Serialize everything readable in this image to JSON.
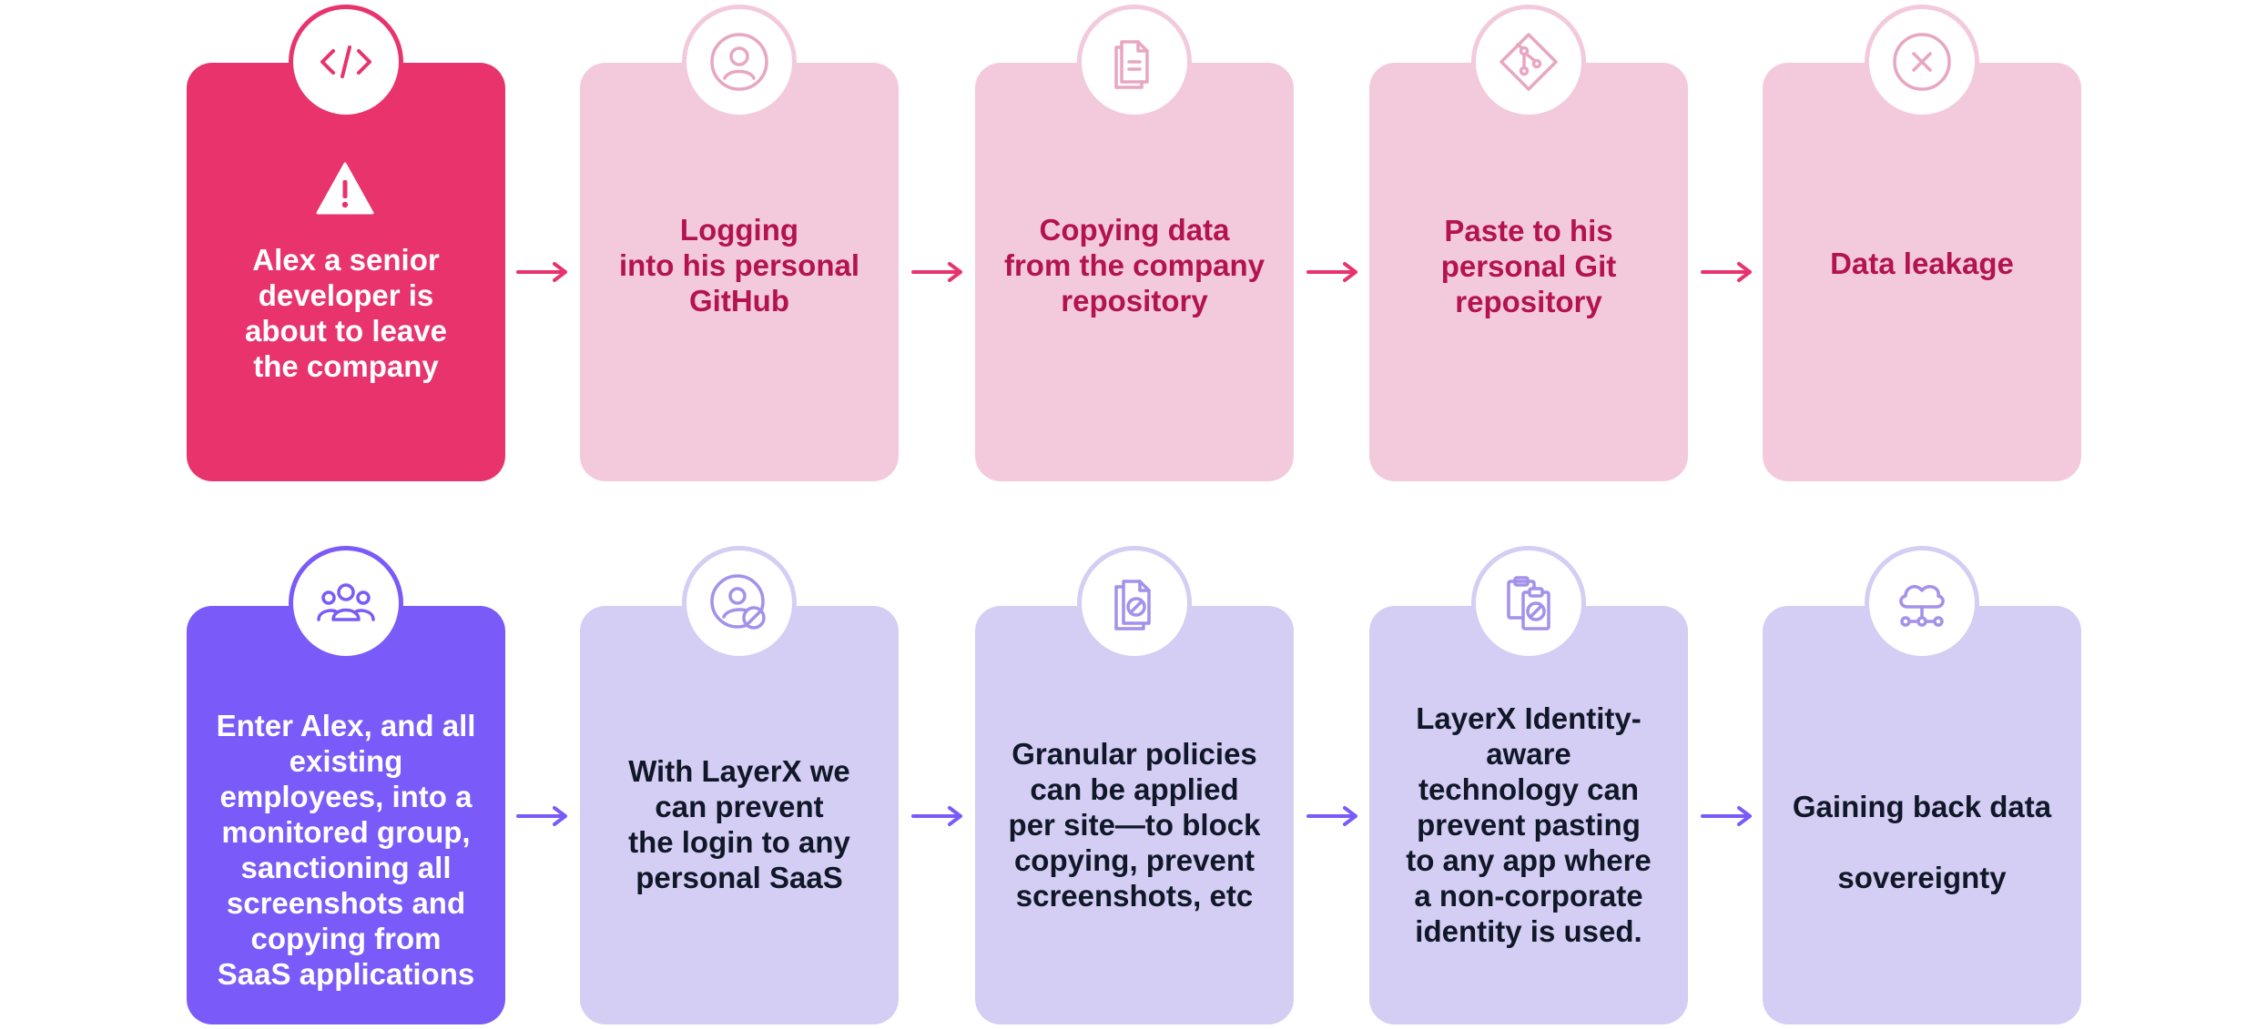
{
  "colors": {
    "pink_dark": "#e8336d",
    "pink_light": "#f3cadc",
    "pink_text": "#b3134f",
    "purple_dark": "#7a5af8",
    "purple_light": "#d4cdf4",
    "purple_text": "#101828"
  },
  "row1": {
    "steps": [
      {
        "icon": "code-icon",
        "text": "Alex a senior\ndeveloper is\nabout to leave\nthe company"
      },
      {
        "icon": "user-icon",
        "text": "Logging\ninto his personal\nGitHub"
      },
      {
        "icon": "copy-document-icon",
        "text": "Copying data\nfrom the company\nrepository"
      },
      {
        "icon": "git-icon",
        "text": "Paste to his\npersonal Git\nrepository"
      },
      {
        "icon": "close-circle-icon",
        "text": "Data leakage"
      }
    ]
  },
  "row2": {
    "steps": [
      {
        "icon": "users-group-icon",
        "text": "Enter Alex, and all\nexisting\nemployees, into a\nmonitored group,\nsanctioning all\nscreenshots and\ncopying from\nSaaS applications"
      },
      {
        "icon": "user-blocked-icon",
        "text": "With LayerX we\ncan prevent\nthe login to any\npersonal SaaS"
      },
      {
        "icon": "copy-blocked-icon",
        "text": "Granular policies\ncan be applied\nper site—to block\ncopying, prevent\nscreenshots, etc"
      },
      {
        "icon": "paste-blocked-icon",
        "text": "LayerX Identity-\naware\ntechnology can\nprevent pasting\nto any app where\na non-corporate\nidentity is used."
      },
      {
        "icon": "cloud-network-icon",
        "text": "Gaining back data",
        "bold_text": "sovereignty"
      }
    ]
  }
}
